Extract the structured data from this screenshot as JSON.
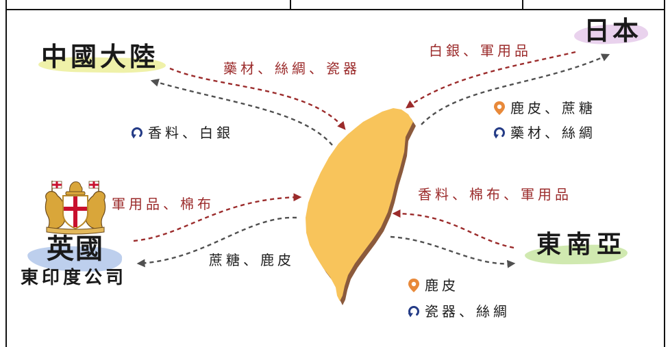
{
  "colors": {
    "inbound_text": "#9B2B2B",
    "inbound_arrow": "#9B2B2B",
    "outbound_arrow": "#505050",
    "island_fill": "#F8C45B",
    "island_shadow": "#8B5A3C",
    "pin_icon": "#E8893A",
    "circular_arrow_icon": "#243B86"
  },
  "regions": {
    "china": {
      "name": "中國大陸",
      "highlight": "#EEF0A4"
    },
    "japan": {
      "name": "日本",
      "highlight": "#E8D0EC"
    },
    "britain": {
      "name": "英國",
      "company": "東印度公司",
      "highlight": "#B9CCEC"
    },
    "southeast_asia": {
      "name": "東南亞",
      "highlight": "#CDE8AC"
    }
  },
  "routes": {
    "china": {
      "inbound": "藥材、絲綢、瓷器",
      "outbound": [
        {
          "icon": "circular-arrow-icon",
          "label": "香料、白銀"
        }
      ]
    },
    "japan": {
      "inbound": "白銀、軍用品",
      "outbound": [
        {
          "icon": "location-pin-icon",
          "label": "鹿皮、蔗糖"
        },
        {
          "icon": "circular-arrow-icon",
          "label": "藥材、絲綢"
        }
      ]
    },
    "britain": {
      "inbound": "軍用品、棉布",
      "outbound": [
        {
          "label": "蔗糖、鹿皮"
        }
      ]
    },
    "southeast_asia": {
      "inbound": "香料、棉布、軍用品",
      "outbound": [
        {
          "icon": "location-pin-icon",
          "label": "鹿皮"
        },
        {
          "icon": "circular-arrow-icon",
          "label": "瓷器、絲綢"
        }
      ]
    }
  },
  "icons": {
    "emblem": "east-india-company-coat-of-arms-icon",
    "island": "taiwan-island"
  }
}
